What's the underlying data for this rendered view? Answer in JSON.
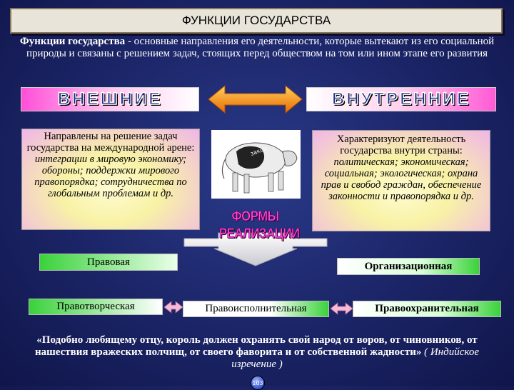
{
  "title": "ФУНКЦИИ ГОСУДАРСТВА",
  "definition": {
    "bold": "Функции государства",
    "rest": " - основные направления его деятельности, которые вытекают из его социальной природы и связаны с решением задач, стоящих перед обществом на том или ином этапе его развития"
  },
  "external": {
    "header": "ВНЕШНИЕ",
    "description_plain": "Направлены на решение задач государства на международной арене: ",
    "description_italic": "интеграции в мировую экономику; обороны; поддержки мирового правопорядка; сотрудничества по глобальным проблемам и др."
  },
  "internal": {
    "header": "ВНУТРЕННИЕ",
    "description_plain": "Характеризуют деятельность государства внутри страны: ",
    "description_italic": "политическая; экономическая; социальная; экологическая; охрана прав и свобод граждан, обеспечение законности и правопорядка и др."
  },
  "cow_label": "закон",
  "forms": {
    "label_line1": "ФОРМЫ",
    "label_line2": "РЕАЛИЗАЦИИ",
    "legal": "Правовая",
    "organizational": "Организационная",
    "lawmaking": "Правотворческая",
    "enforcement": "Правоисполнительная",
    "protection": "Правоохранительная"
  },
  "quote": {
    "text": "«Подобно любящему отцу, король должен охранять свой народ от воров, от чиновников, от нашествия вражеских полчищ, от своего фаворита и от собственной жадности» ",
    "source": "( Индийское изречение )"
  },
  "page_number": "103",
  "colors": {
    "background": "#1b2466",
    "header_pink": "#ff4fd8",
    "form_green": "#3ad23a",
    "arrow_orange": "#ff8c00"
  }
}
